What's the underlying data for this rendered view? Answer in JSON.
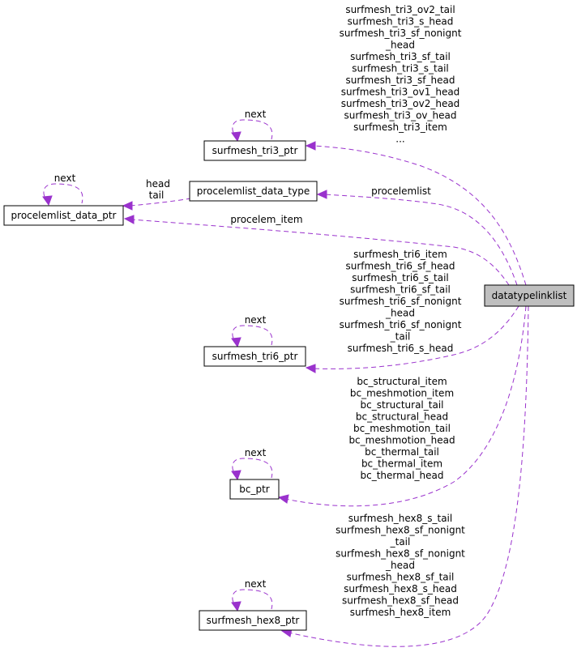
{
  "colors": {
    "edge": "#9a32cd",
    "node_border": "#000000",
    "active_node_fill": "#bfbfbf"
  },
  "nodes": {
    "tri3": "surfmesh_tri3_ptr",
    "pdt": "procelemlist_data_type",
    "pdp": "procelemlist_data_ptr",
    "dtl": "datatypelinklist",
    "tri6": "surfmesh_tri6_ptr",
    "bc": "bc_ptr",
    "hex8": "surfmesh_hex8_ptr"
  },
  "labels": {
    "next": "next",
    "head": "head",
    "tail": "tail",
    "procelemlist": "procelemlist",
    "procelem_item": "procelem_item",
    "tri3_fields": [
      "surfmesh_tri3_ov2_tail",
      "surfmesh_tri3_s_head",
      "surfmesh_tri3_sf_nonignt",
      "_head",
      "surfmesh_tri3_sf_tail",
      "surfmesh_tri3_s_tail",
      "surfmesh_tri3_sf_head",
      "surfmesh_tri3_ov1_head",
      "surfmesh_tri3_ov2_head",
      "surfmesh_tri3_ov_head",
      "surfmesh_tri3_item",
      "..."
    ],
    "tri6_fields": [
      "surfmesh_tri6_item",
      "surfmesh_tri6_sf_head",
      "surfmesh_tri6_s_tail",
      "surfmesh_tri6_sf_tail",
      "surfmesh_tri6_sf_nonignt",
      "_head",
      "surfmesh_tri6_sf_nonignt",
      "_tail",
      "surfmesh_tri6_s_head"
    ],
    "bc_fields": [
      "bc_structural_item",
      "bc_meshmotion_item",
      "bc_structural_tail",
      "bc_structural_head",
      "bc_meshmotion_tail",
      "bc_meshmotion_head",
      "bc_thermal_tail",
      "bc_thermal_item",
      "bc_thermal_head"
    ],
    "hex8_fields": [
      "surfmesh_hex8_s_tail",
      "surfmesh_hex8_sf_nonignt",
      "_tail",
      "surfmesh_hex8_sf_nonignt",
      "_head",
      "surfmesh_hex8_sf_tail",
      "surfmesh_hex8_s_head",
      "surfmesh_hex8_sf_head",
      "surfmesh_hex8_item"
    ]
  }
}
